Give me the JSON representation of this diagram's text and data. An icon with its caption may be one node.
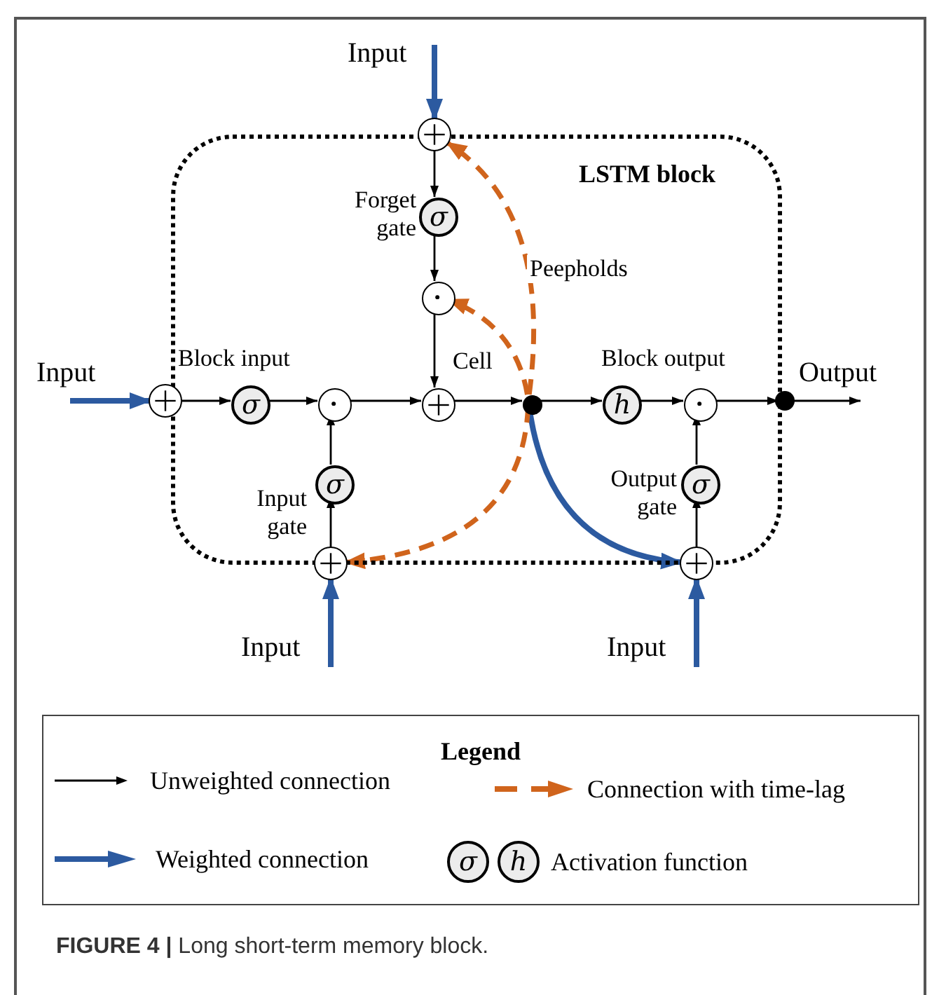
{
  "diagram": {
    "caption": "**FIGURE 4 |** Long short-term memory block.",
    "nodes": [
      {
        "text": [
          "LSTM block"
        ]
      },
      {
        "text": [
          "Input"
        ]
      },
      {
        "text": [],
        "shape": "circle"
      },
      {
        "text": [
          "σ"
        ],
        "in": 0,
        "beside": [
          "Forget gate"
        ]
      },
      {
        "text": [],
        "shape": "circle",
        "in": 0
      },
      {
        "text": [
          "Input"
        ]
      },
      {
        "text": [],
        "shape": "circle"
      },
      {
        "text": [
          "σ"
        ],
        "in": 0,
        "beside": [
          "Block input"
        ]
      },
      {
        "text": [],
        "shape": "circle",
        "in": 0
      },
      {
        "text": [],
        "shape": "circle",
        "in": 0,
        "beside": [
          "Cell"
        ]
      },
      {
        "text": [],
        "shape": "circle",
        "in": 0
      },
      {
        "text": [
          "h"
        ],
        "in": 0,
        "beside": [
          "Block output"
        ]
      },
      {
        "text": [],
        "shape": "circle",
        "in": 0
      },
      {
        "text": [],
        "shape": "circle"
      },
      {
        "text": [
          "Output"
        ]
      },
      {
        "text": [
          "σ"
        ],
        "in": 0,
        "beside": [
          "Input gate"
        ]
      },
      {
        "text": [
          "σ"
        ],
        "in": 0,
        "beside": [
          "Output gate"
        ]
      },
      {
        "text": [],
        "shape": "circle"
      },
      {
        "text": [],
        "shape": "circle"
      },
      {
        "text": [
          "Input"
        ]
      },
      {
        "text": [
          "Input"
        ]
      }
    ],
    "edges": [
      {
        "from": 1,
        "to": 2,
        "arrow": "to",
        "style": "thick",
        "color": "#2c5aa0"
      },
      {
        "from": 2,
        "to": 3,
        "arrow": "to"
      },
      {
        "from": 3,
        "to": 4,
        "arrow": "to"
      },
      {
        "from": 4,
        "to": 9,
        "arrow": "to"
      },
      {
        "from": 5,
        "to": 6,
        "arrow": "to",
        "style": "thick",
        "color": "#2c5aa0"
      },
      {
        "from": 6,
        "to": 7,
        "arrow": "to"
      },
      {
        "from": 7,
        "to": 8,
        "arrow": "to"
      },
      {
        "from": 8,
        "to": 9,
        "arrow": "to"
      },
      {
        "from": 9,
        "to": 10,
        "arrow": "to"
      },
      {
        "from": 10,
        "to": 11,
        "arrow": "to"
      },
      {
        "from": 11,
        "to": 12,
        "arrow": "to"
      },
      {
        "from": 12,
        "to": 13,
        "arrow": "to"
      },
      {
        "from": 13,
        "to": 14,
        "arrow": "to"
      },
      {
        "from": 17,
        "to": 15,
        "arrow": "to"
      },
      {
        "from": 15,
        "to": 8,
        "arrow": "to"
      },
      {
        "from": 18,
        "to": 16,
        "arrow": "to"
      },
      {
        "from": 16,
        "to": 12,
        "arrow": "to"
      },
      {
        "from": 19,
        "to": 17,
        "arrow": "to",
        "style": "thick",
        "color": "#2c5aa0"
      },
      {
        "from": 20,
        "to": 18,
        "arrow": "to",
        "style": "thick",
        "color": "#2c5aa0"
      },
      {
        "from": 10,
        "to": 18,
        "arrow": "to",
        "style": "thick",
        "color": "#2c5aa0"
      },
      {
        "from": 10,
        "to": 2,
        "arrow": "to",
        "style": "dashed",
        "color": "#d0641c",
        "label": "Peepholds"
      },
      {
        "from": 10,
        "to": 4,
        "arrow": "to",
        "style": "dashed",
        "color": "#d0641c"
      },
      {
        "from": 10,
        "to": 17,
        "arrow": "to",
        "style": "dashed",
        "color": "#d0641c"
      }
    ],
    "labels": [
      "Legend",
      "σ",
      "h"
    ],
    "legend": [
      {
        "text": "Unweighted connection"
      },
      {
        "text": "Connection with time-lag"
      },
      {
        "text": "Weighted connection"
      },
      {
        "text": "Activation function"
      }
    ]
  }
}
